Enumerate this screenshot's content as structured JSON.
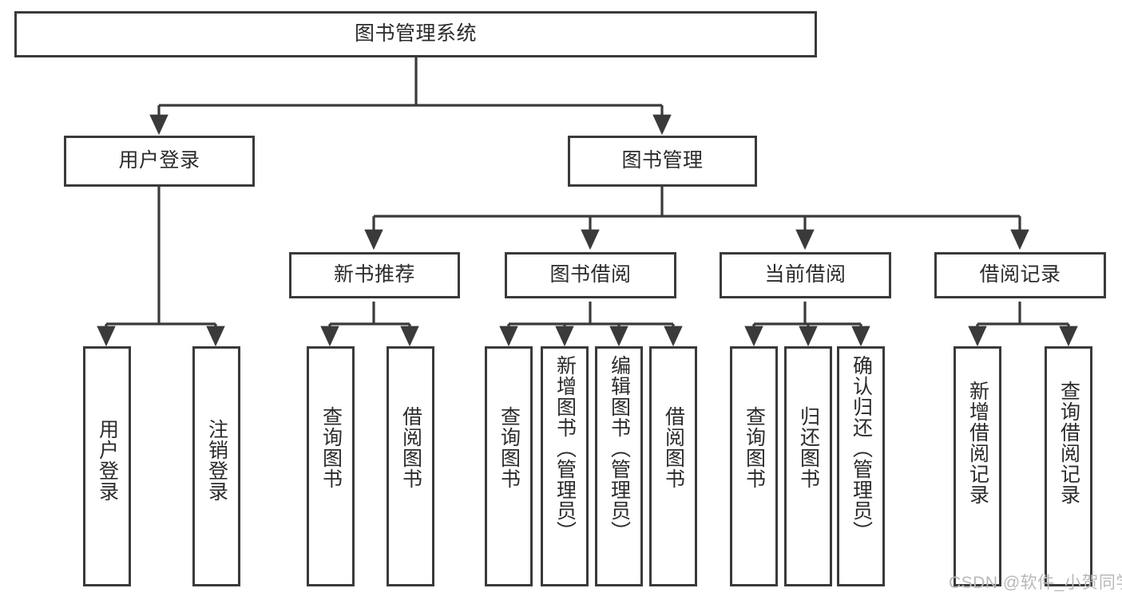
{
  "diagram": {
    "type": "tree-hierarchy-chart",
    "title": "图书管理系统",
    "watermark": "CSDN @软件_小贺同学",
    "line_color": "#3a3a3a",
    "text_color": "#2b2b2b",
    "background": "#ffffff",
    "root": {
      "id": "root",
      "label": "图书管理系统",
      "orientation": "horizontal"
    },
    "level2": [
      {
        "id": "user-login",
        "label": "用户登录",
        "orientation": "horizontal"
      },
      {
        "id": "book-manage",
        "label": "图书管理",
        "orientation": "horizontal"
      }
    ],
    "level3": [
      {
        "id": "new-book-recommend",
        "label": "新书推荐",
        "orientation": "horizontal",
        "parent": "book-manage"
      },
      {
        "id": "book-borrow",
        "label": "图书借阅",
        "orientation": "horizontal",
        "parent": "book-manage"
      },
      {
        "id": "current-borrow",
        "label": "当前借阅",
        "orientation": "horizontal",
        "parent": "book-manage"
      },
      {
        "id": "borrow-record",
        "label": "借阅记录",
        "orientation": "horizontal",
        "parent": "book-manage"
      }
    ],
    "leaves": [
      {
        "id": "leaf-user-login",
        "label": "用户登录",
        "orientation": "vertical",
        "parent": "user-login"
      },
      {
        "id": "leaf-user-logout",
        "label": "注销登录",
        "orientation": "vertical",
        "parent": "user-login"
      },
      {
        "id": "leaf-query-book-1",
        "label": "查询图书",
        "orientation": "vertical",
        "parent": "new-book-recommend"
      },
      {
        "id": "leaf-borrow-book-1",
        "label": "借阅图书",
        "orientation": "vertical",
        "parent": "new-book-recommend"
      },
      {
        "id": "leaf-query-book-2",
        "label": "查询图书",
        "orientation": "vertical",
        "parent": "book-borrow"
      },
      {
        "id": "leaf-add-book",
        "label": "新增图书（管理员）",
        "orientation": "vertical",
        "parent": "book-borrow"
      },
      {
        "id": "leaf-edit-book",
        "label": "编辑图书（管理员）",
        "orientation": "vertical",
        "parent": "book-borrow"
      },
      {
        "id": "leaf-borrow-book-2",
        "label": "借阅图书",
        "orientation": "vertical",
        "parent": "book-borrow"
      },
      {
        "id": "leaf-query-book-3",
        "label": "查询图书",
        "orientation": "vertical",
        "parent": "current-borrow"
      },
      {
        "id": "leaf-return-book",
        "label": "归还图书",
        "orientation": "vertical",
        "parent": "current-borrow"
      },
      {
        "id": "leaf-confirm-return",
        "label": "确认归还（管理员）",
        "orientation": "vertical",
        "parent": "current-borrow"
      },
      {
        "id": "leaf-add-record",
        "label": "新增借阅记录",
        "orientation": "vertical",
        "parent": "borrow-record"
      },
      {
        "id": "leaf-query-record",
        "label": "查询借阅记录",
        "orientation": "vertical",
        "parent": "borrow-record"
      }
    ]
  }
}
